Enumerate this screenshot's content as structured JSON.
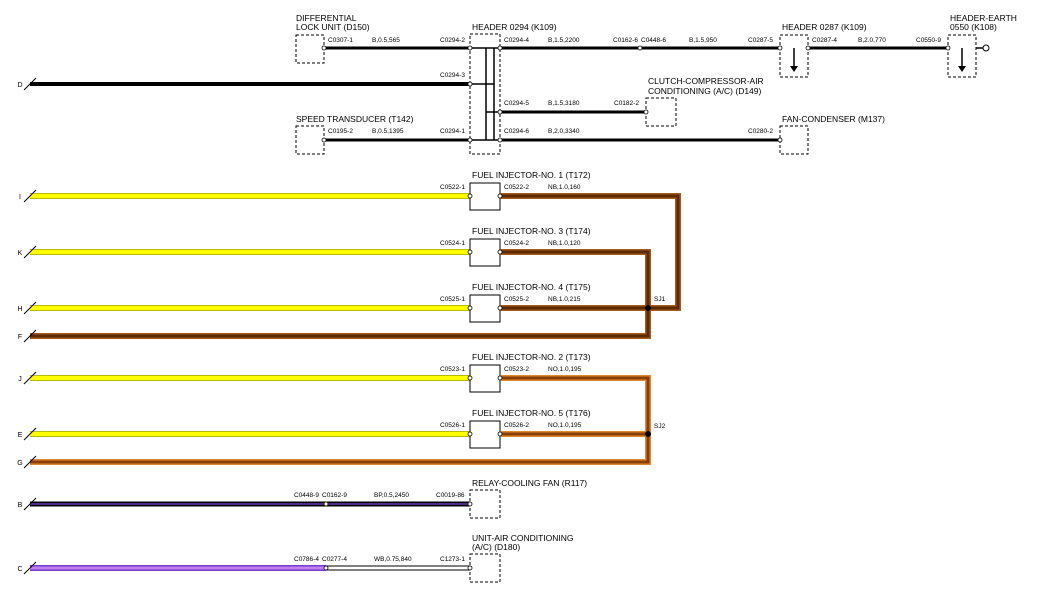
{
  "components": {
    "diff_lock": [
      "DIFFERENTIAL",
      "LOCK UNIT (D150)"
    ],
    "header_0294": "HEADER 0294 (K109)",
    "header_0287": "HEADER 0287 (K109)",
    "header_earth": [
      "HEADER-EARTH",
      "0550 (K108)"
    ],
    "clutch_ac": [
      "CLUTCH-COMPRESSOR-AIR",
      "CONDITIONING (A/C) (D149)"
    ],
    "speed_transducer": "SPEED TRANSDUCER (T142)",
    "fan_condenser": "FAN-CONDENSER (M137)",
    "inj1": "FUEL INJECTOR-NO. 1 (T172)",
    "inj3": "FUEL INJECTOR-NO. 3 (T174)",
    "inj4": "FUEL INJECTOR-NO. 4 (T175)",
    "inj2": "FUEL INJECTOR-NO. 2 (T173)",
    "inj5": "FUEL INJECTOR-NO. 5 (T176)",
    "relay_fan": "RELAY-COOLING FAN (R117)",
    "unit_ac": [
      "UNIT-AIR CONDITIONING",
      "(A/C) (D180)"
    ]
  },
  "connectors": {
    "c0307_1": "C0307-1",
    "c0294_2": "C0294-2",
    "c0294_3": "C0294-3",
    "c0294_1": "C0294-1",
    "c0294_4": "C0294-4",
    "c0294_5": "C0294-5",
    "c0294_6": "C0294-6",
    "c0162_6": "C0162-6",
    "c0448_6": "C0448-6",
    "c0287_5": "C0287-5",
    "c0287_4": "C0287-4",
    "c0550_9": "C0550-9",
    "c0182_2": "C0182-2",
    "c0195_2": "C0195-2",
    "c0280_2": "C0280-2",
    "c0522_1": "C0522-1",
    "c0522_2": "C0522-2",
    "c0524_1": "C0524-1",
    "c0524_2": "C0524-2",
    "c0525_1": "C0525-1",
    "c0525_2": "C0525-2",
    "c0523_1": "C0523-1",
    "c0523_2": "C0523-2",
    "c0526_1": "C0526-1",
    "c0526_2": "C0526-2",
    "c0448_9": "C0448-9",
    "c0162_9": "C0162-9",
    "c0019_86": "C0019-86",
    "c0786_4": "C0786-4",
    "c0277_4": "C0277-4",
    "c1273_1": "C1273-1"
  },
  "wires": {
    "w_diff": "B,0.5,565",
    "w_hdr_a": "B,1.5,2200",
    "w_hdr_b": "B,1.5,950",
    "w_earth": "B,2.0,770",
    "w_clutch": "B,1.5,3180",
    "w_speed": "B,0.5,1395",
    "w_fan": "B,2.0,3340",
    "w_inj1": "NB,1.0,160",
    "w_inj3": "NB,1.0,120",
    "w_inj4": "NB,1.0,215",
    "w_inj2": "NO,1.0,195",
    "w_inj5": "NO,1.0,195",
    "w_relay": "BP,0.5,2450",
    "w_unit": "WB,0.75,840"
  },
  "splices": {
    "sj1": "SJ1",
    "sj2": "SJ2"
  },
  "ends": {
    "D": "D",
    "I": "I",
    "K": "K",
    "H": "H",
    "F": "F",
    "J": "J",
    "E": "E",
    "G": "G",
    "B": "B",
    "C": "C"
  },
  "colors": {
    "black": "#000000",
    "yellow": "#ffff00",
    "brown": "#7a3c0c",
    "orange": "#d4721a",
    "purple": "#8a2be2",
    "violet": "#b070e8"
  }
}
